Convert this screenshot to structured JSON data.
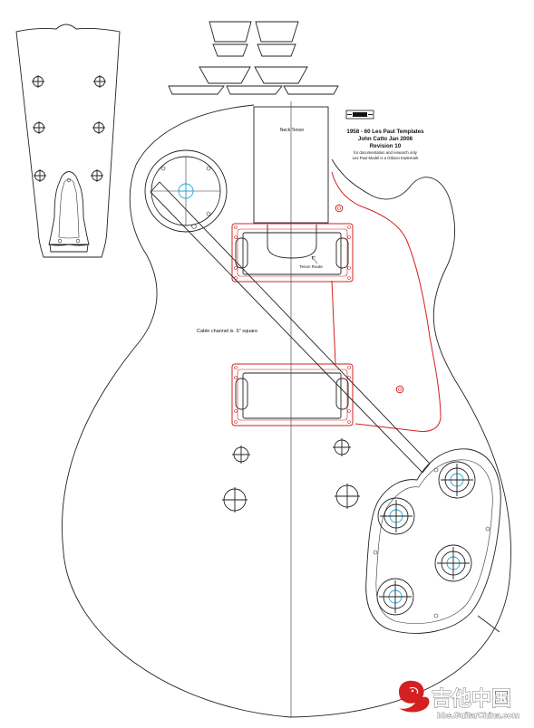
{
  "title_block": {
    "line1": "1958 - 60 Les Paul Templates",
    "line2": "John Catto Jan 2006",
    "line3": "Revision 10",
    "line4": "for documentation and research only",
    "line5": "Les Paul Model is a Gibson trademark"
  },
  "labels": {
    "neck_tenon": "Neck Tenon",
    "tenon_route": "Tenon Route",
    "cable_channel": "Cable channel is .5\" square"
  },
  "watermark": {
    "cn": "吉他中国",
    "url": "bbs.GuitarChina.com"
  },
  "colors": {
    "outline": "#222222",
    "cavity": "#d42020",
    "center_mark": "#1ea7d8",
    "watermark_red": "#d42020"
  }
}
